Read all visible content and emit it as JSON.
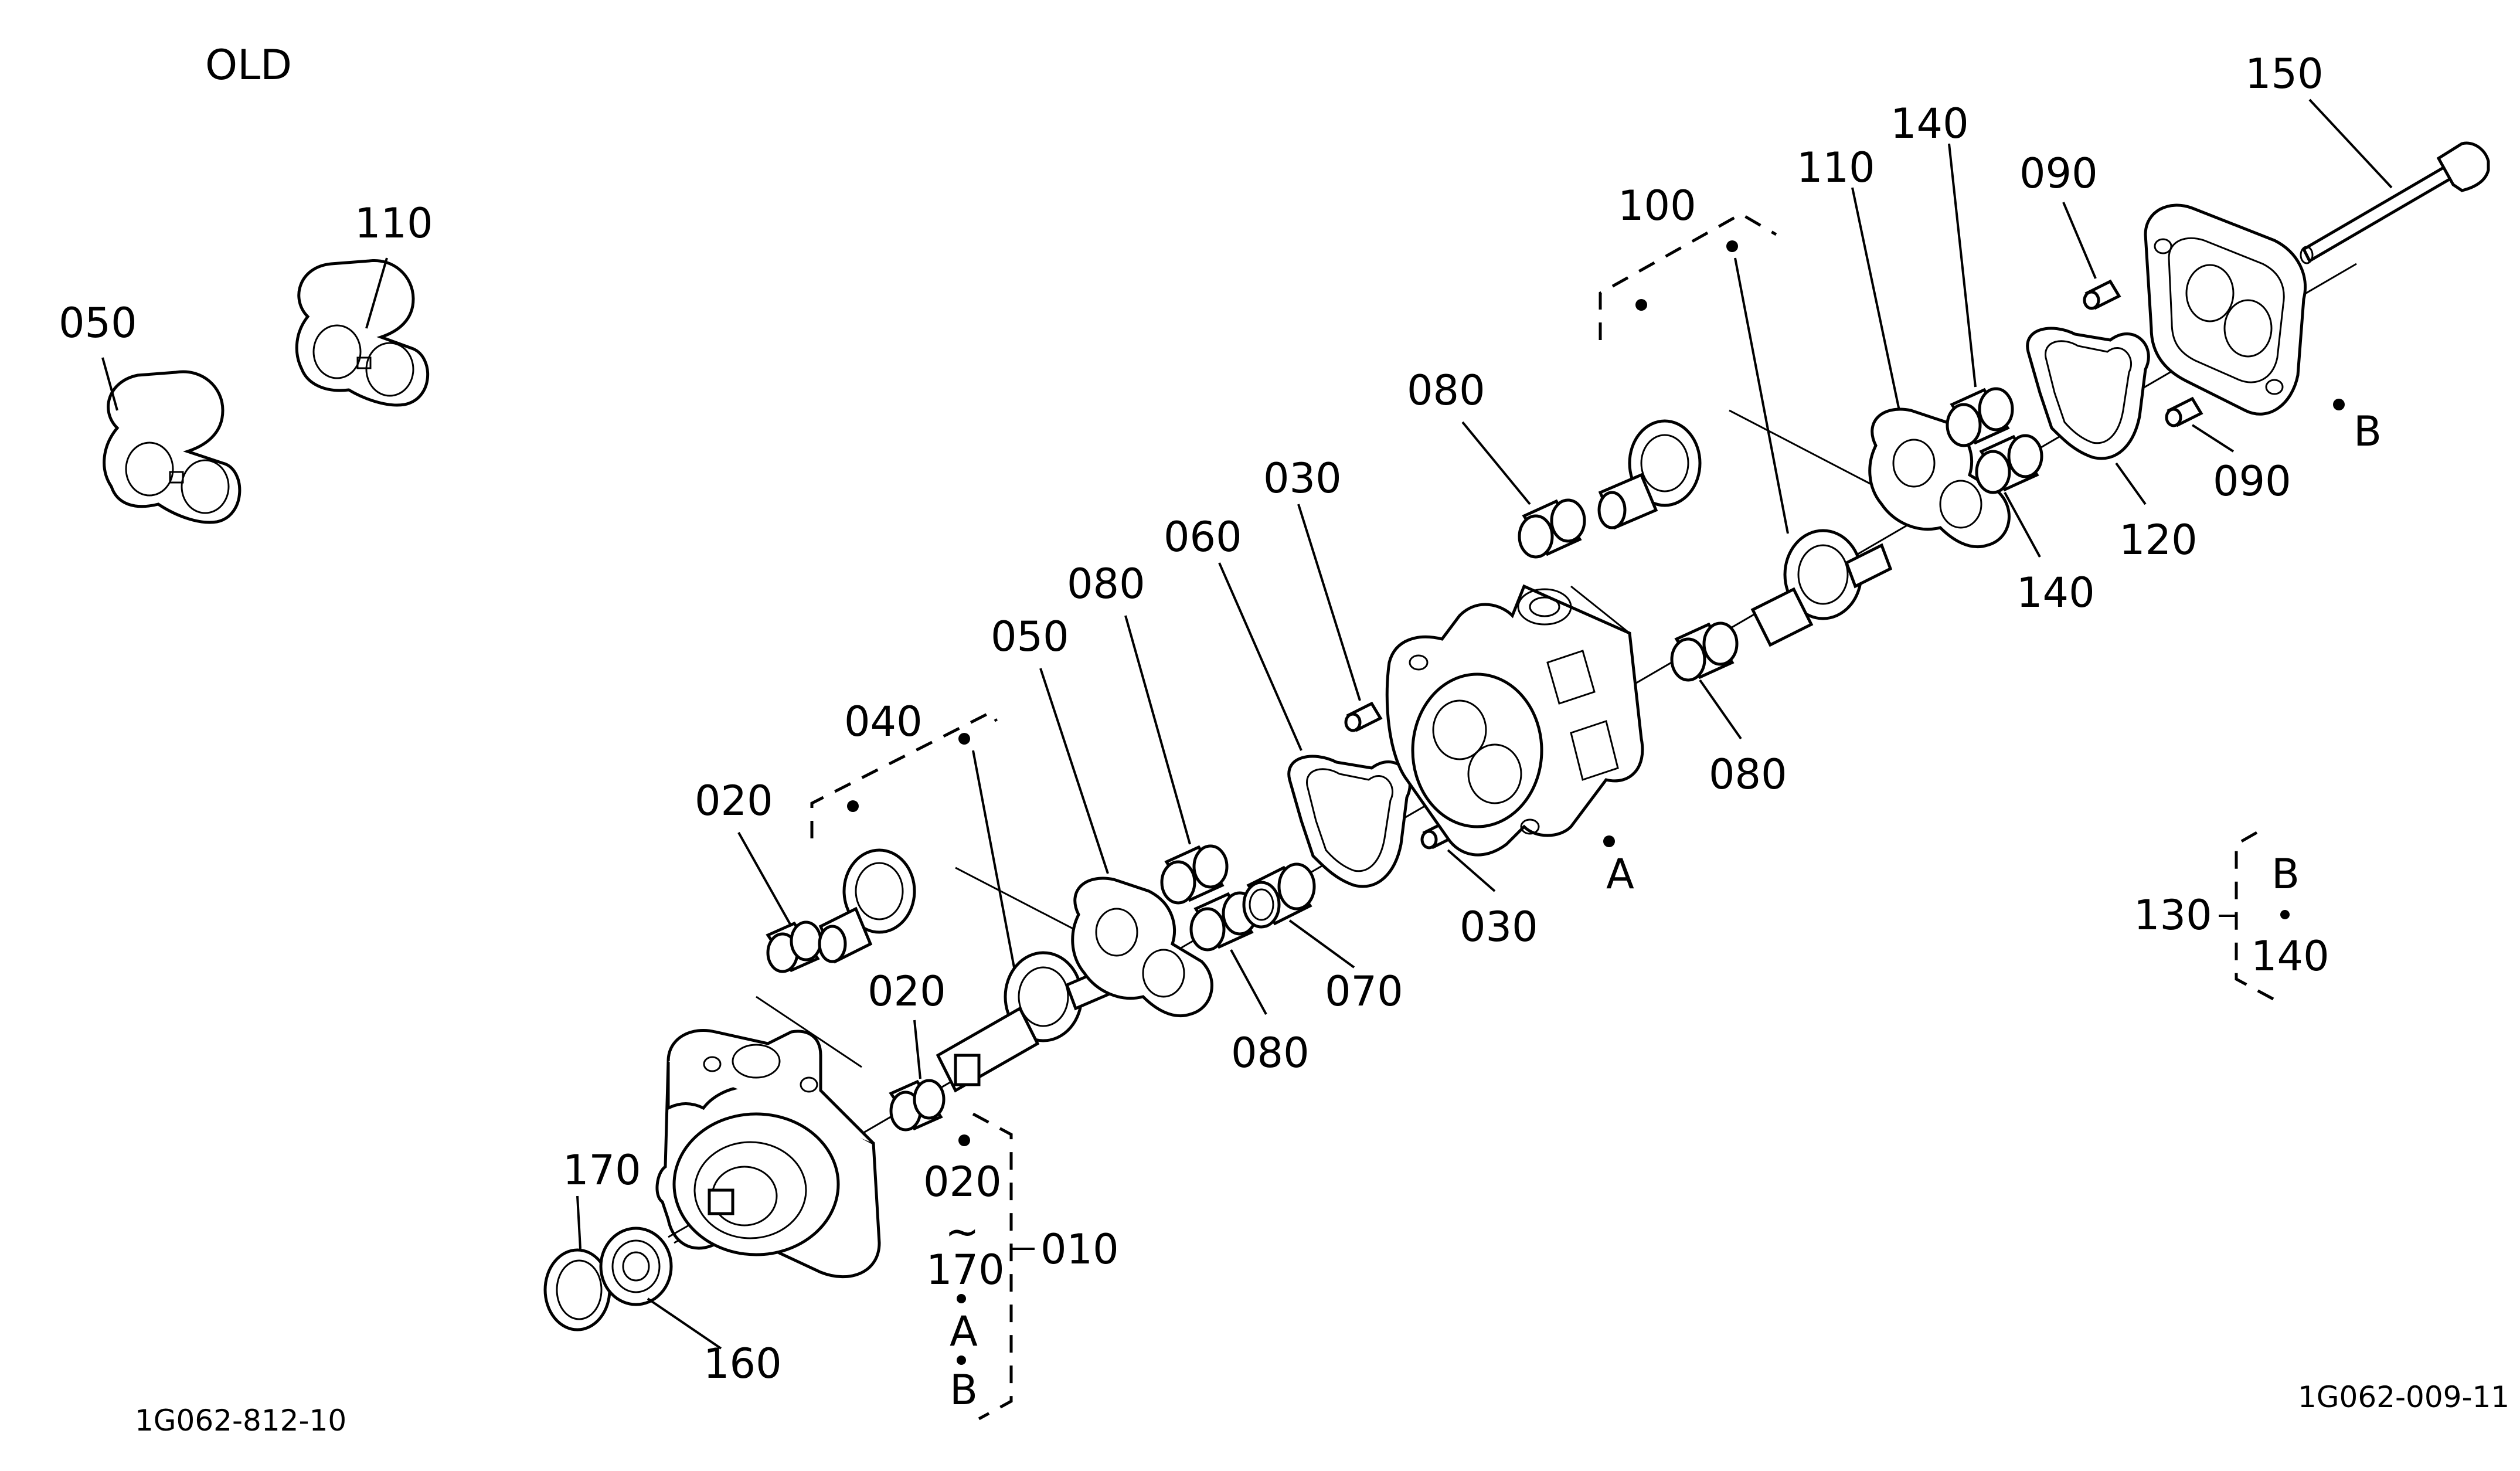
{
  "header": {
    "variant_label": "OLD"
  },
  "footer": {
    "drawing_no_left": "1G062-812-10",
    "drawing_no_right": "1G062-009-11"
  },
  "callouts": {
    "c010": "010",
    "c020a": "020",
    "c020b": "020",
    "c020c": "020",
    "c030a": "030",
    "c030b": "030",
    "c040": "040",
    "c050a": "050",
    "c050b": "050",
    "c060": "060",
    "c070": "070",
    "c080a": "080",
    "c080b": "080",
    "c080c": "080",
    "c080d": "080",
    "c090a": "090",
    "c090b": "090",
    "c100": "100",
    "c110a": "110",
    "c110b": "110",
    "c120": "120",
    "c130": "130",
    "c140a": "140",
    "c140b": "140",
    "c140c": "140",
    "c150": "150",
    "c160": "160",
    "c170a": "170",
    "c170b": "170"
  },
  "refs": {
    "A1": "A",
    "A2": "A",
    "B1": "B",
    "B2": "B",
    "B3": "B",
    "tilde": "~"
  }
}
